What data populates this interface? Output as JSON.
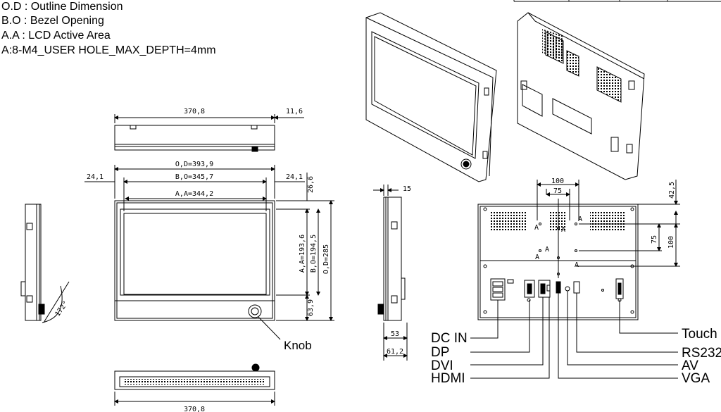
{
  "legend": [
    "O.D : Outline Dimension",
    "B.O : Bezel Opening",
    "A.A : LCD Active Area",
    "A:8-M4_USER HOLE_MAX_DEPTH=4mm"
  ],
  "top_view": {
    "width": "370,8",
    "depth": "11,6"
  },
  "front_view": {
    "od_width": "O,D=393,9",
    "bo_width": "B,O=345,7",
    "aa_width": "A,A=344,2",
    "side_left": "24,1",
    "side_right": "24,1",
    "top_margin": "26,6",
    "aa_height": "A,A=193,6",
    "bo_height": "B,O=194,5",
    "od_height": "O,D=285",
    "bottom_margin": "63,9",
    "knob_label": "Knob"
  },
  "left_view": {
    "tilt_angle": "172°"
  },
  "side_view": {
    "bezel": "15",
    "body": "53",
    "total": "61,2"
  },
  "bottom_view": {
    "width": "370,8"
  },
  "rear_view": {
    "hole_label": "A",
    "dim_100_h": "100",
    "dim_75_h": "75",
    "dim_42_5": "42,5",
    "dim_75_v": "75",
    "dim_100_v": "100",
    "ports_left": [
      "DC IN",
      "DP",
      "DVI",
      "HDMI"
    ],
    "ports_right": [
      "Touch",
      "RS232",
      "AV",
      "VGA"
    ]
  }
}
